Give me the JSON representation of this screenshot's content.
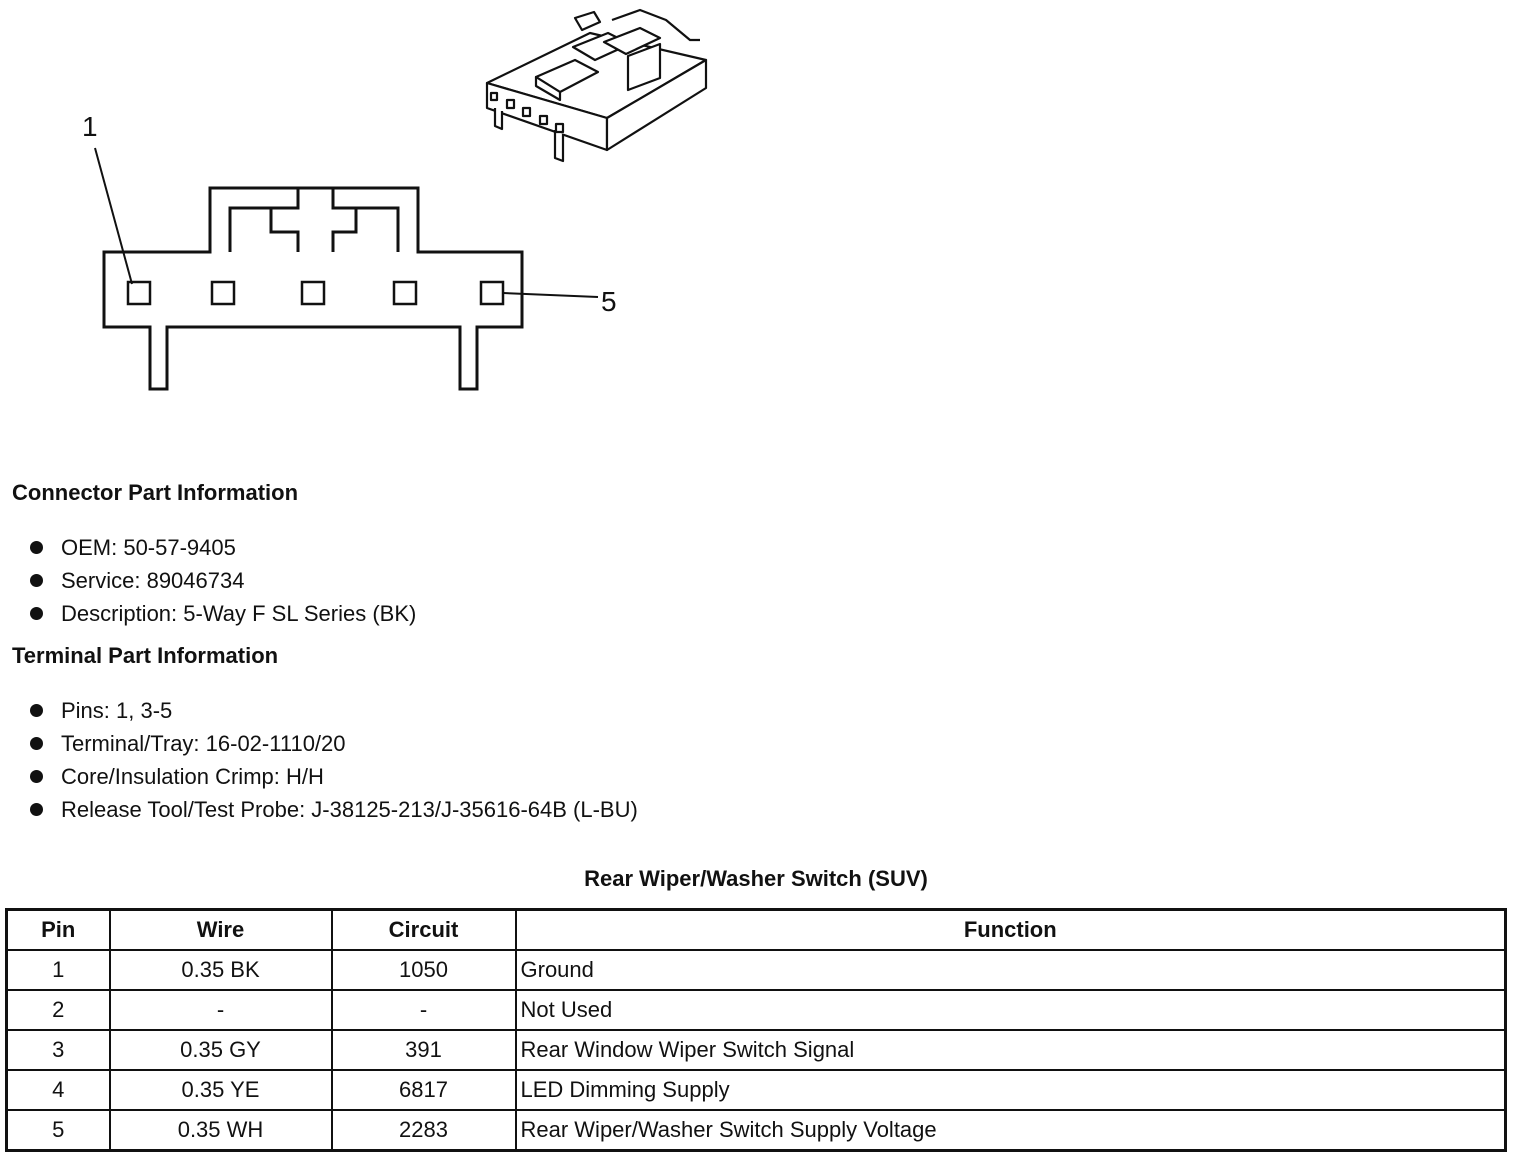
{
  "diagram": {
    "callouts": [
      "1",
      "5"
    ]
  },
  "connector_info": {
    "heading": "Connector Part Information",
    "items": [
      "OEM: 50-57-9405",
      "Service: 89046734",
      "Description: 5-Way F SL Series (BK)"
    ]
  },
  "terminal_info": {
    "heading": "Terminal Part Information",
    "items": [
      "Pins: 1, 3-5",
      "Terminal/Tray: 16-02-1110/20",
      "Core/Insulation Crimp: H/H",
      "Release Tool/Test Probe: J-38125-213/J-35616-64B (L-BU)"
    ]
  },
  "table": {
    "title": "Rear Wiper/Washer Switch (SUV)",
    "headers": [
      "Pin",
      "Wire",
      "Circuit",
      "Function"
    ],
    "rows": [
      [
        "1",
        "0.35 BK",
        "1050",
        "Ground"
      ],
      [
        "2",
        "-",
        "-",
        "Not Used"
      ],
      [
        "3",
        "0.35 GY",
        "391",
        "Rear Window Wiper Switch Signal"
      ],
      [
        "4",
        "0.35 YE",
        "6817",
        "LED Dimming Supply"
      ],
      [
        "5",
        "0.35 WH",
        "2283",
        "Rear Wiper/Washer Switch Supply Voltage"
      ]
    ]
  }
}
